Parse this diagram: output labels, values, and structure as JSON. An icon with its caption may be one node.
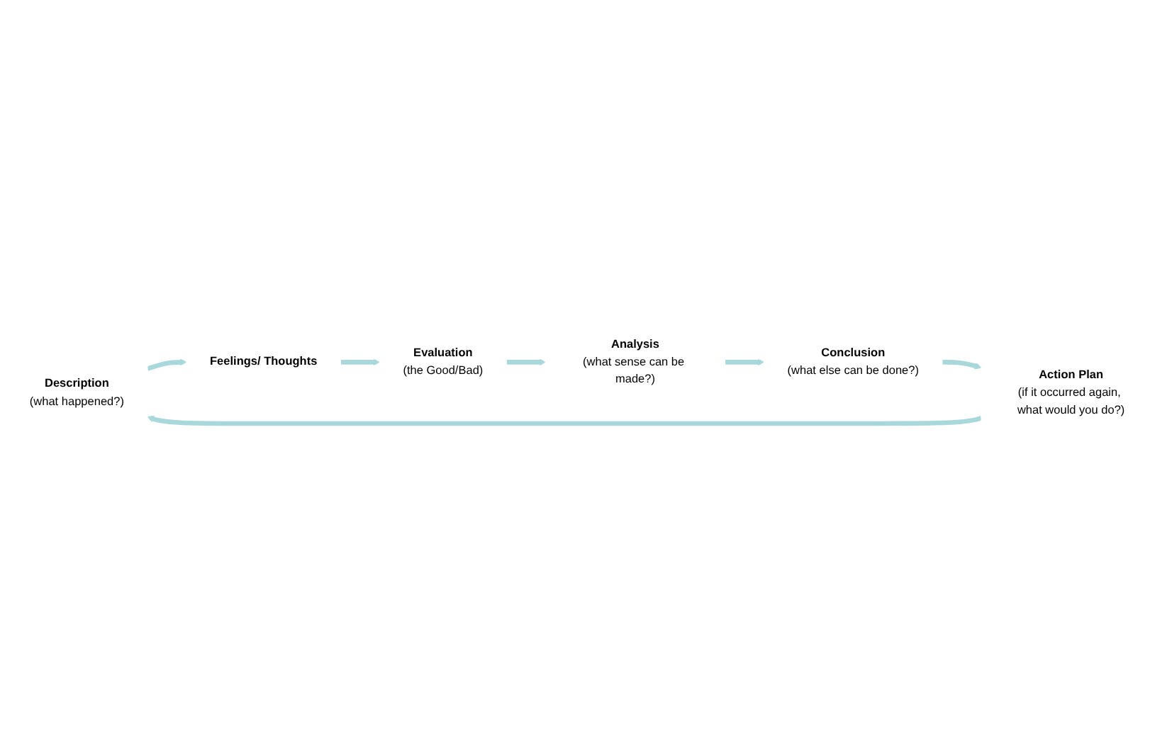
{
  "diagram": {
    "nodes": [
      {
        "text": [
          "Description",
          "(what happened?)"
        ]
      },
      {
        "text": [
          "Feelings/ Thoughts"
        ]
      },
      {
        "text": [
          "Evaluation",
          "(the Good/Bad)"
        ]
      },
      {
        "text": [
          "Analysis",
          "(what sense can be made?)"
        ]
      },
      {
        "text": [
          "Conclusion",
          "(what else can be done?)"
        ]
      },
      {
        "text": [
          "Action Plan",
          "(if it occurred again, what would you do?)"
        ]
      }
    ],
    "edges": [
      {
        "from": 0,
        "to": 1,
        "arrow": "to"
      },
      {
        "from": 1,
        "to": 2,
        "arrow": "to"
      },
      {
        "from": 2,
        "to": 3,
        "arrow": "to"
      },
      {
        "from": 3,
        "to": 4,
        "arrow": "to"
      },
      {
        "from": 4,
        "to": 5,
        "arrow": "to"
      },
      {
        "from": 5,
        "to": 0,
        "arrow": "to"
      }
    ]
  }
}
